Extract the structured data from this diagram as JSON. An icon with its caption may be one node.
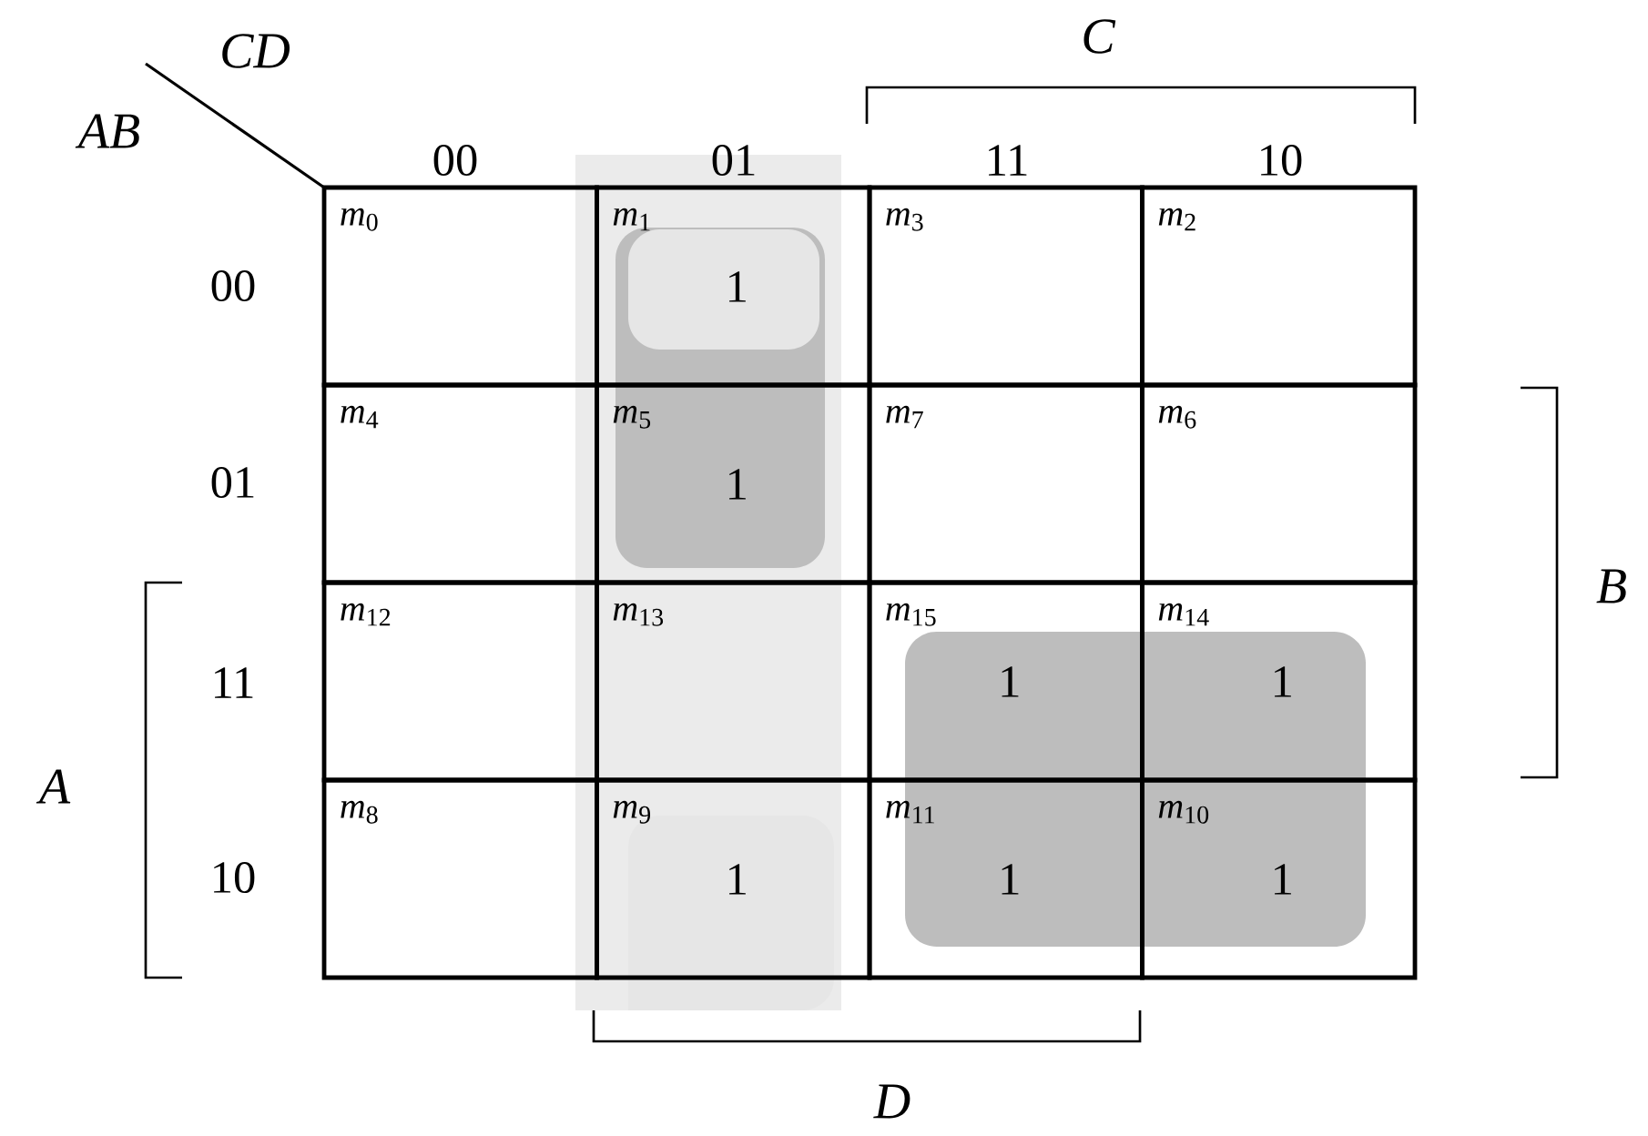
{
  "diagram": {
    "nodes": [
      {
        "text": [
          "*m*$_{0}$"
        ]
      },
      {
        "text": [
          "*m*$_{1}$",
          "1"
        ]
      },
      {
        "text": [
          "*m*$_{3}$"
        ]
      },
      {
        "text": [
          "*m*$_{2}$"
        ]
      },
      {
        "text": [
          "*m*$_{4}$"
        ]
      },
      {
        "text": [
          "*m*$_{5}$",
          "1"
        ]
      },
      {
        "text": [
          "*m*$_{7}$"
        ]
      },
      {
        "text": [
          "*m*$_{6}$"
        ]
      },
      {
        "text": [
          "*m*$_{12}$"
        ]
      },
      {
        "text": [
          "*m*$_{13}$"
        ]
      },
      {
        "text": [
          "*m*$_{15}$",
          "1"
        ]
      },
      {
        "text": [
          "*m*$_{14}$",
          "1"
        ]
      },
      {
        "text": [
          "*m*$_{8}$"
        ]
      },
      {
        "text": [
          "*m*$_{9}$",
          "1"
        ]
      },
      {
        "text": [
          "*m*$_{11}$",
          "1"
        ]
      },
      {
        "text": [
          "*m*$_{10}$",
          "1"
        ]
      }
    ],
    "labels": [
      "CD",
      "C",
      "AB",
      "00",
      "01",
      "11",
      "10",
      "00",
      "01",
      "B",
      "11",
      "A",
      "10",
      "D"
    ]
  }
}
